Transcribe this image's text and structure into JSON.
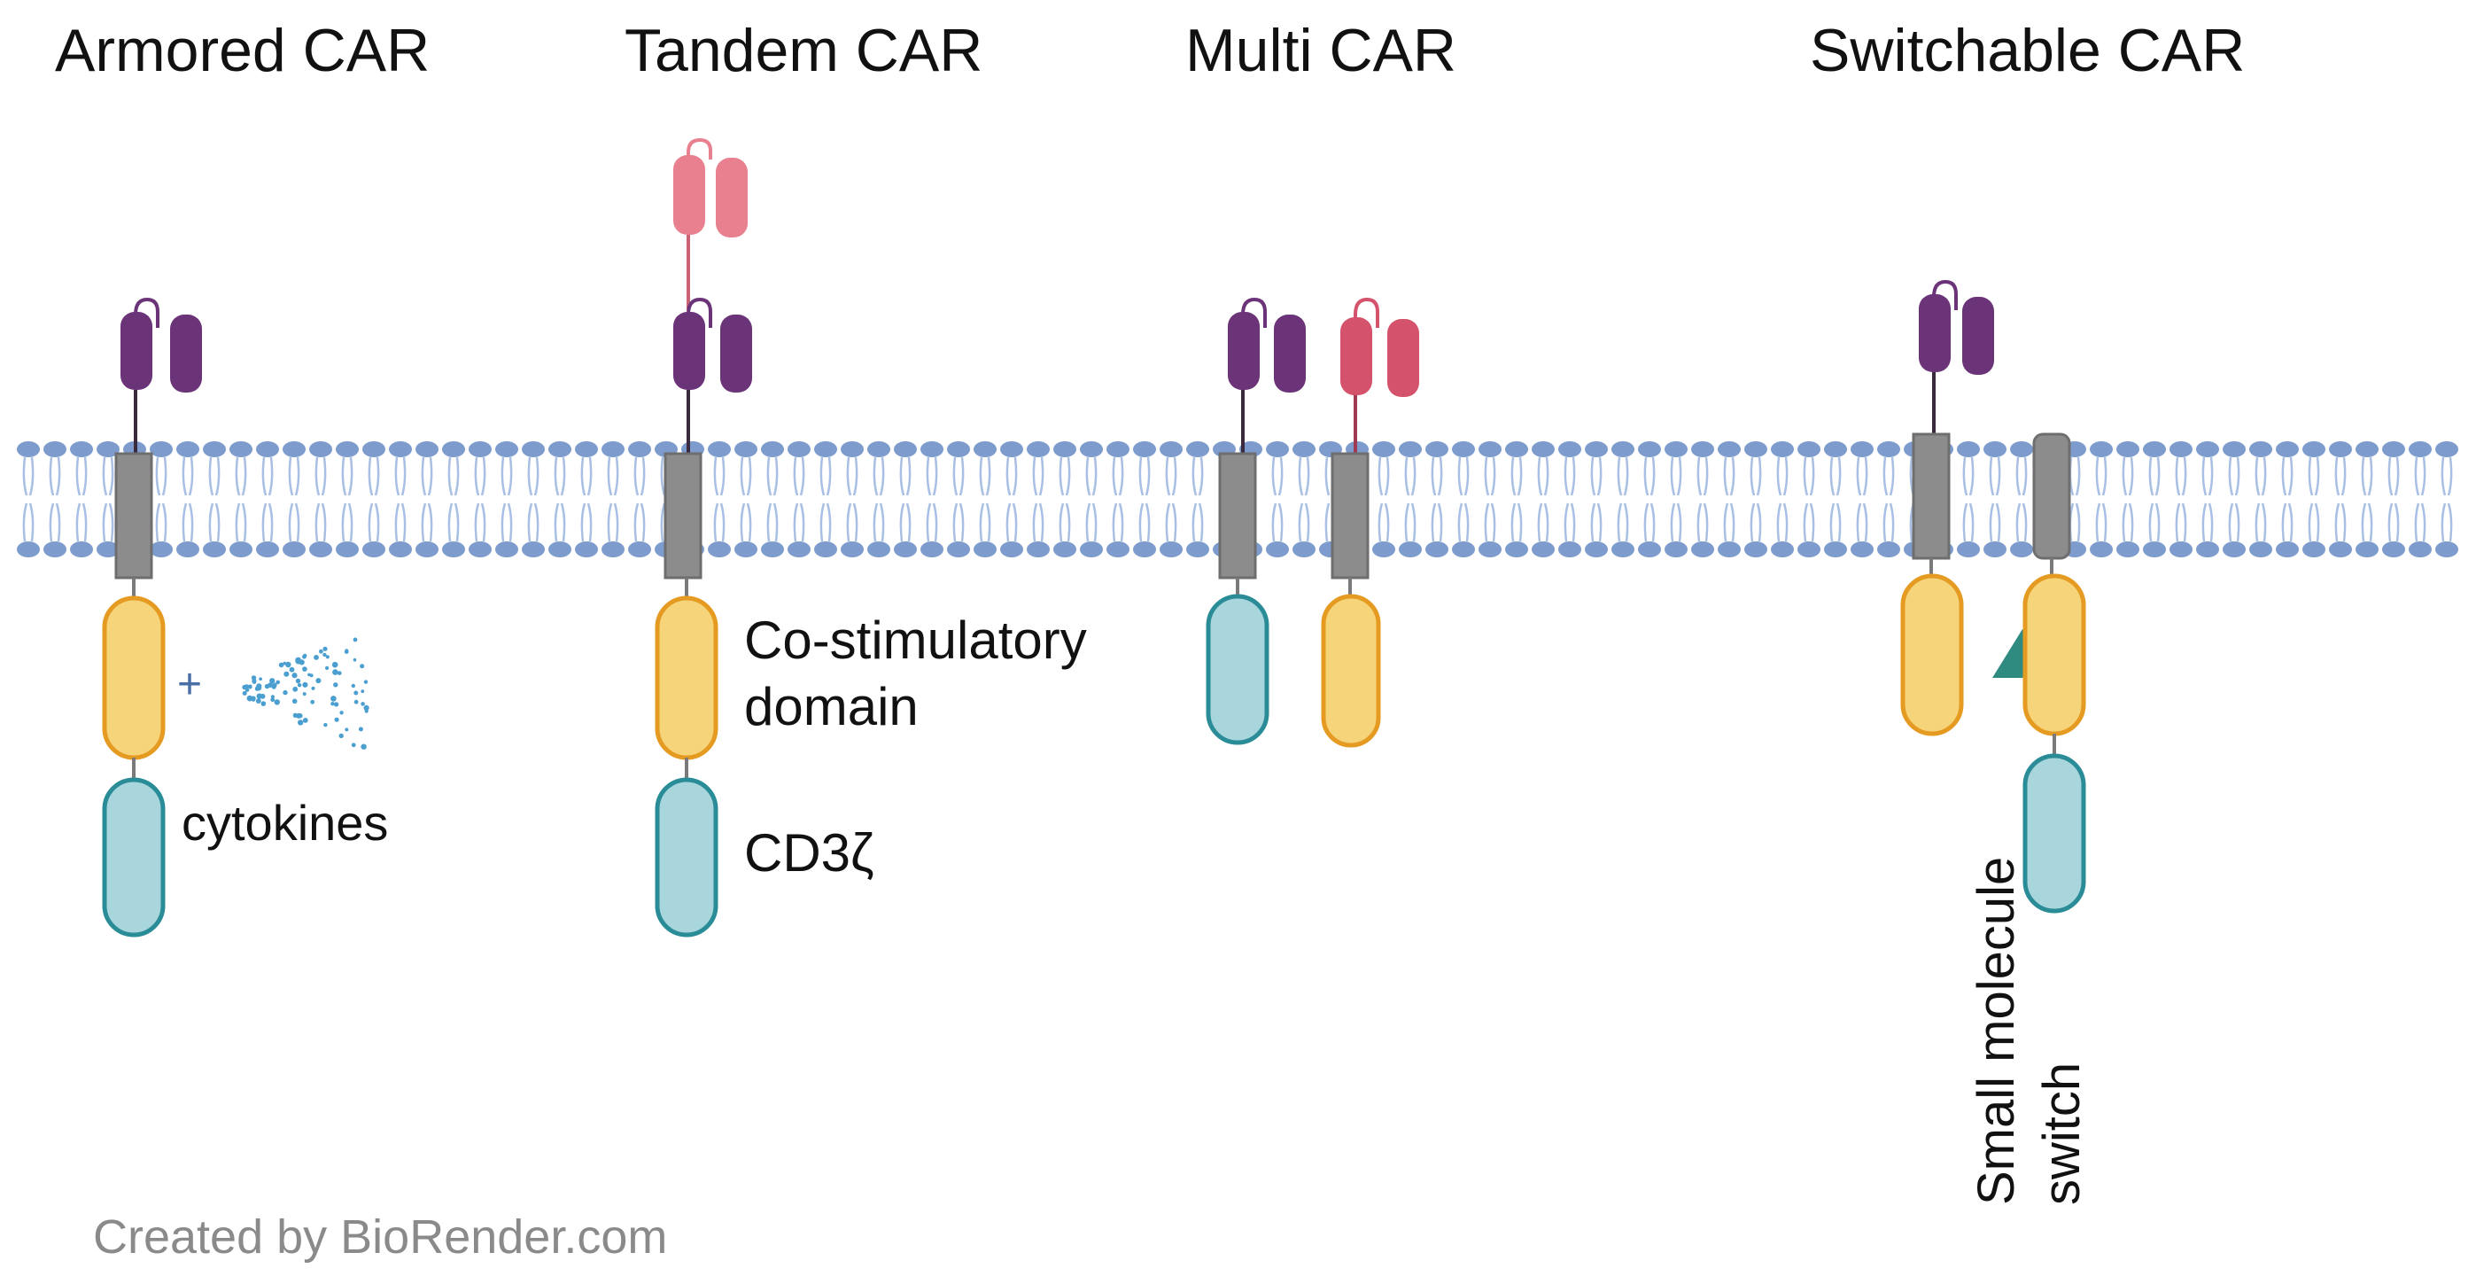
{
  "titles": {
    "armored": "Armored CAR",
    "tandem": "Tandem CAR",
    "multi": "Multi CAR",
    "switchable": "Switchable CAR"
  },
  "labels": {
    "plus": "+",
    "cytokines": "cytokines",
    "costim_line1": "Co-stimulatory",
    "costim_line2": "domain",
    "cd3z": "CD3ζ",
    "switch_line1": "Small molecule",
    "switch_line2": "switch"
  },
  "footer": {
    "credit": "Created by BioRender.com"
  },
  "colors": {
    "scfv_purple": "#6b3478",
    "scfv_pink": "#e8808f",
    "scfv_red": "#d4526b",
    "costim_fill": "#f5d47a",
    "costim_stroke": "#e59a22",
    "cd3z_fill": "#a8d6dc",
    "cd3z_stroke": "#2a8c96",
    "transmembrane": "#8c8c8c",
    "lipid": "#7d9ccd",
    "lipid_tail": "#a9bfe3",
    "switch_triangle": "#2f8a80",
    "cytokine_dots": "#4b9fd0",
    "credit_text": "#8a8a8a"
  }
}
